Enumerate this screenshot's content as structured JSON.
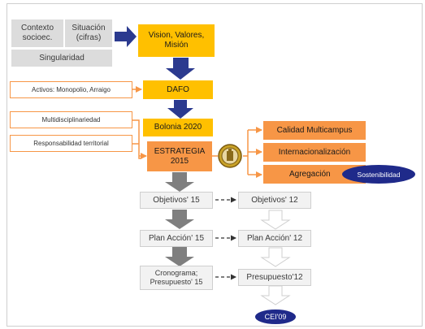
{
  "diagram": {
    "context": {
      "line1": "Contexto",
      "line2": "socioec."
    },
    "situation": {
      "line1": "Situación",
      "line2": "(cifras)"
    },
    "singularity": "Singularidad",
    "vision": {
      "line1": "Vision, Valores,",
      "line2": "Misión"
    },
    "dafo": "DAFO",
    "assets": "Activos: Monopolio, Arraigo",
    "multidisciplinarity": "Multidisciplinariedad",
    "territorial": "Responsabilidad territorial",
    "bolonia": "Bolonia 2020",
    "strategy": {
      "line1": "ESTRATEGIA",
      "line2": "2015"
    },
    "quality": "Calidad Multicampus",
    "international": "Internacionalización",
    "aggregation": "Agregación",
    "sustainability": "Sostenibilidad",
    "objectives15": "Objetivos' 15",
    "objectives12": "Objetivos' 12",
    "plan15": "Plan Acción' 15",
    "plan12": "Plan Acción' 12",
    "schedule": {
      "line1": "Cronograma;",
      "line2": "Presupuesto' 15"
    },
    "budget12": "Presupuesto'12",
    "cei": "CEI'09"
  },
  "colors": {
    "navy": "#2b3a8f",
    "yellow": "#ffc000",
    "orange": "#f79646",
    "gray": "#dcdcdc",
    "dark_gray_arrow": "#7f7f7f",
    "light_gray_arrow": "#d9d9d9",
    "oval": "#1f2a8a"
  }
}
